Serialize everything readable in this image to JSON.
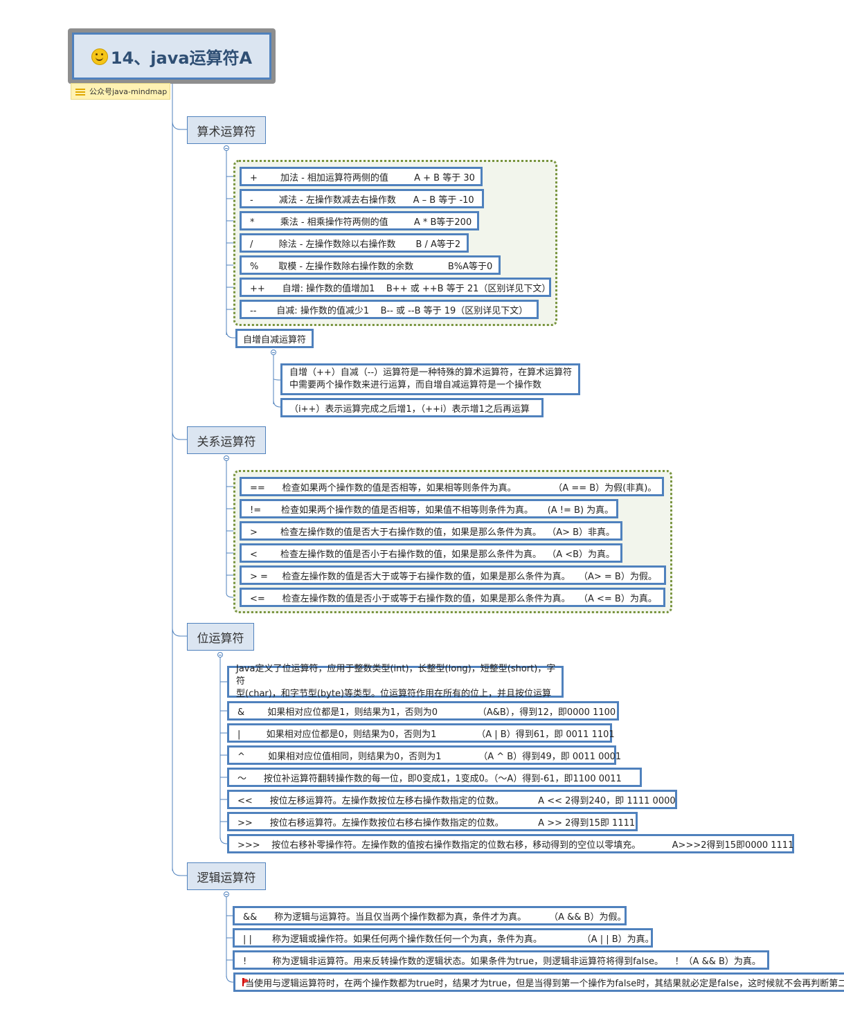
{
  "root": {
    "title": "14、java运算符A",
    "icon": "smile-emoji-icon"
  },
  "note": {
    "label": "公众号java-mindmap"
  },
  "branches": {
    "arith": {
      "label": "算术运算符",
      "items": [
        "+        加法 - 相加运算符两侧的值         A + B 等于 30",
        "-         减法 - 左操作数减去右操作数      A – B 等于 -10",
        "*         乘法 - 相乘操作符两侧的值         A * B等于200",
        "/         除法 - 左操作数除以右操作数       B / A等于2",
        "%       取模 - 左操作数除右操作数的余数            B%A等于0",
        "++      自增: 操作数的值增加1    B++ 或 ++B 等于 21（区别详见下文）",
        "--       自减: 操作数的值减少1    B-- 或 --B 等于 19（区别详见下文）"
      ],
      "sub": {
        "label": "自增自减运算符",
        "desc1": "自增（++）自减（--）运算符是一种特殊的算术运算符，在算术运算符\n中需要两个操作数来进行运算，而自增自减运算符是一个操作数",
        "desc2": "（i++）表示运算完成之后增1，（++i）表示增1之后再运算"
      }
    },
    "rel": {
      "label": "关系运算符",
      "items": [
        "==      检查如果两个操作数的值是否相等，如果相等则条件为真。             （A == B）为假(非真)。",
        "!=       检查如果两个操作数的值是否相等，如果值不相等则条件为真。     (A != B) 为真。",
        ">        检查左操作数的值是否大于右操作数的值，如果是那么条件为真。  （A> B）非真。",
        "<        检查左操作数的值是否小于右操作数的值，如果是那么条件为真。  （A <B）为真。",
        "> =     检查左操作数的值是否大于或等于右操作数的值，如果是那么条件为真。   （A> = B）为假。",
        "<=      检查左操作数的值是否小于或等于右操作数的值，如果是那么条件为真。   （A <= B）为真。"
      ]
    },
    "bit": {
      "label": "位运算符",
      "intro": "Java定义了位运算符，应用于整数类型(int)，长整型(long)，短整型(short)，字符\n型(char)，和字节型(byte)等类型。位运算符作用在所有的位上，并且按位运算",
      "items": [
        "&        如果相对应位都是1，则结果为1，否则为0              （A&B），得到12，即0000 1100",
        "|         如果相对应位都是0，则结果为0，否则为1              （A | B）得到61，即 0011 1101",
        "^        如果相对应位值相同，则结果为0，否则为1             （A ^ B）得到49，即 0011 0001",
        "〜      按位补运算符翻转操作数的每一位，即0变成1，1变成0。（〜A）得到-61，即1100 0011",
        "<<      按位左移运算符。左操作数按位左移右操作数指定的位数。            A << 2得到240，即 1111 0000",
        ">>      按位右移运算符。左操作数按位右移右操作数指定的位数。            A >> 2得到15即 1111",
        ">>>    按位右移补零操作符。左操作数的值按右操作数指定的位数右移，移动得到的空位以零填充。           A>>>2得到15即0000 1111"
      ]
    },
    "logic": {
      "label": "逻辑运算符",
      "items": [
        "&&      称为逻辑与运算符。当且仅当两个操作数都为真，条件才为真。        （A && B）为假。",
        "| |       称为逻辑或操作符。如果任何两个操作数任何一个为真，条件为真。              （A | | B）为真。",
        "!         称为逻辑非运算符。用来反转操作数的逻辑状态。如果条件为true，则逻辑非运算符将得到false。    ！（A && B）为真。"
      ],
      "flag_note": "当使用与逻辑运算符时，在两个操作数都为true时，结果才为true，但是当得到第一个操作为false时，其结果就必定是false，这时候就不会再判断第二个操作了。",
      "flag_icon": "red-flag-icon"
    }
  },
  "colors": {
    "accent": "#4f81bd",
    "branch_bg": "#dbe5f1",
    "group_border": "#77933c",
    "note_bg": "#fff2b3"
  }
}
